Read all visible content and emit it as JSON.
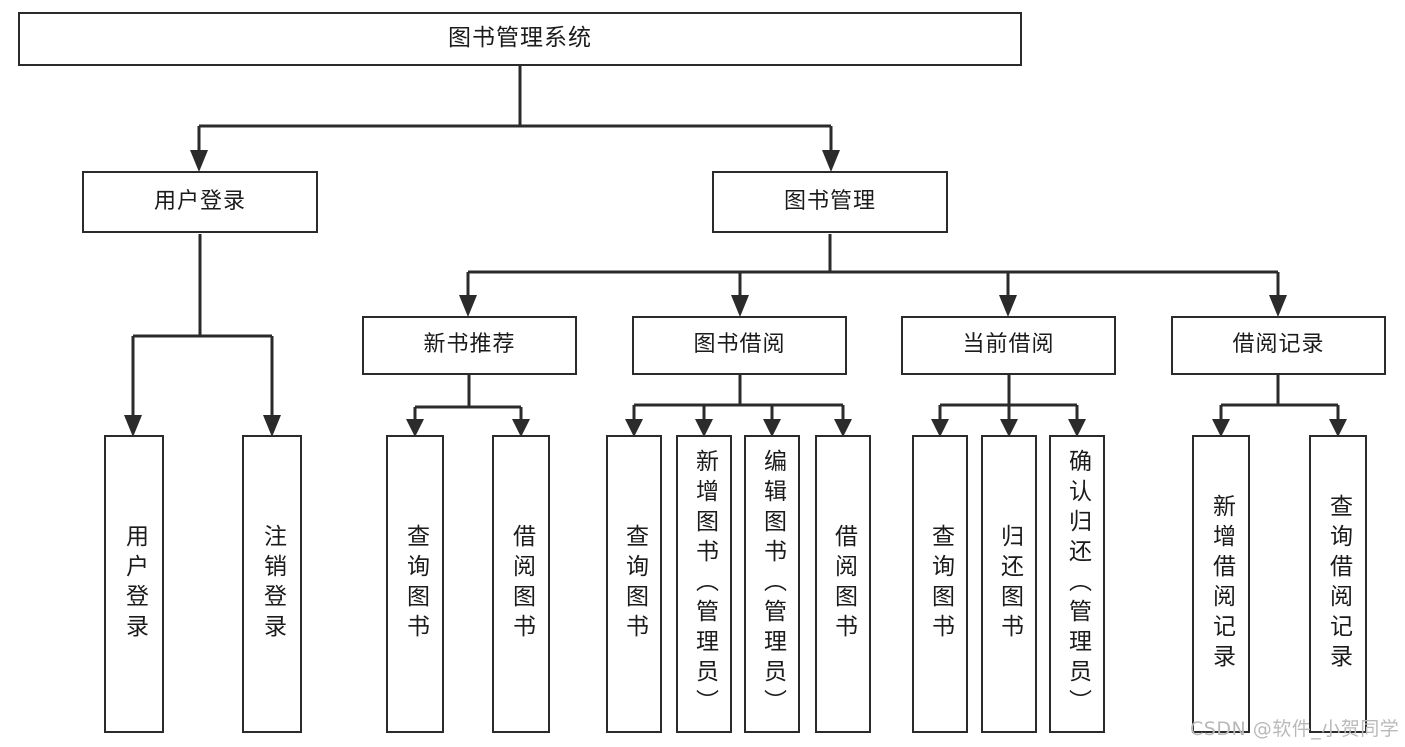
{
  "diagram": {
    "title": "图书管理系统",
    "type": "tree",
    "watermark": "CSDN @软件_小贺同学",
    "colors": {
      "stroke": "#2b2b2b",
      "fill": "#ffffff",
      "text": "#1b1b1b",
      "watermark": "#b9b9b9"
    },
    "levels": {
      "level1": [
        {
          "id": "root",
          "label": "图书管理系统"
        }
      ],
      "level2": [
        {
          "id": "user-login",
          "label": "用户登录"
        },
        {
          "id": "book-management",
          "label": "图书管理"
        }
      ],
      "level3": [
        {
          "id": "new-book-recommend",
          "label": "新书推荐"
        },
        {
          "id": "book-borrow",
          "label": "图书借阅"
        },
        {
          "id": "current-borrow",
          "label": "当前借阅"
        },
        {
          "id": "borrow-record",
          "label": "借阅记录"
        }
      ],
      "leaves": [
        {
          "id": "leaf-user-login",
          "label": "用户登录",
          "parent": "user-login"
        },
        {
          "id": "leaf-logout-login",
          "label": "注销登录",
          "parent": "user-login"
        },
        {
          "id": "leaf-query-book-1",
          "label": "查询图书",
          "parent": "new-book-recommend"
        },
        {
          "id": "leaf-borrow-book-1",
          "label": "借阅图书",
          "parent": "new-book-recommend"
        },
        {
          "id": "leaf-query-book-2",
          "label": "查询图书",
          "parent": "book-borrow"
        },
        {
          "id": "leaf-add-book",
          "label": "新增图书（管理员）",
          "parent": "book-borrow"
        },
        {
          "id": "leaf-edit-book",
          "label": "编辑图书（管理员）",
          "parent": "book-borrow"
        },
        {
          "id": "leaf-borrow-book-2",
          "label": "借阅图书",
          "parent": "book-borrow"
        },
        {
          "id": "leaf-query-book-3",
          "label": "查询图书",
          "parent": "current-borrow"
        },
        {
          "id": "leaf-return-book",
          "label": "归还图书",
          "parent": "current-borrow"
        },
        {
          "id": "leaf-confirm-return",
          "label": "确认归还（管理员）",
          "parent": "current-borrow"
        },
        {
          "id": "leaf-add-record",
          "label": "新增借阅记录",
          "parent": "borrow-record"
        },
        {
          "id": "leaf-query-record",
          "label": "查询借阅记录",
          "parent": "borrow-record"
        }
      ]
    }
  }
}
